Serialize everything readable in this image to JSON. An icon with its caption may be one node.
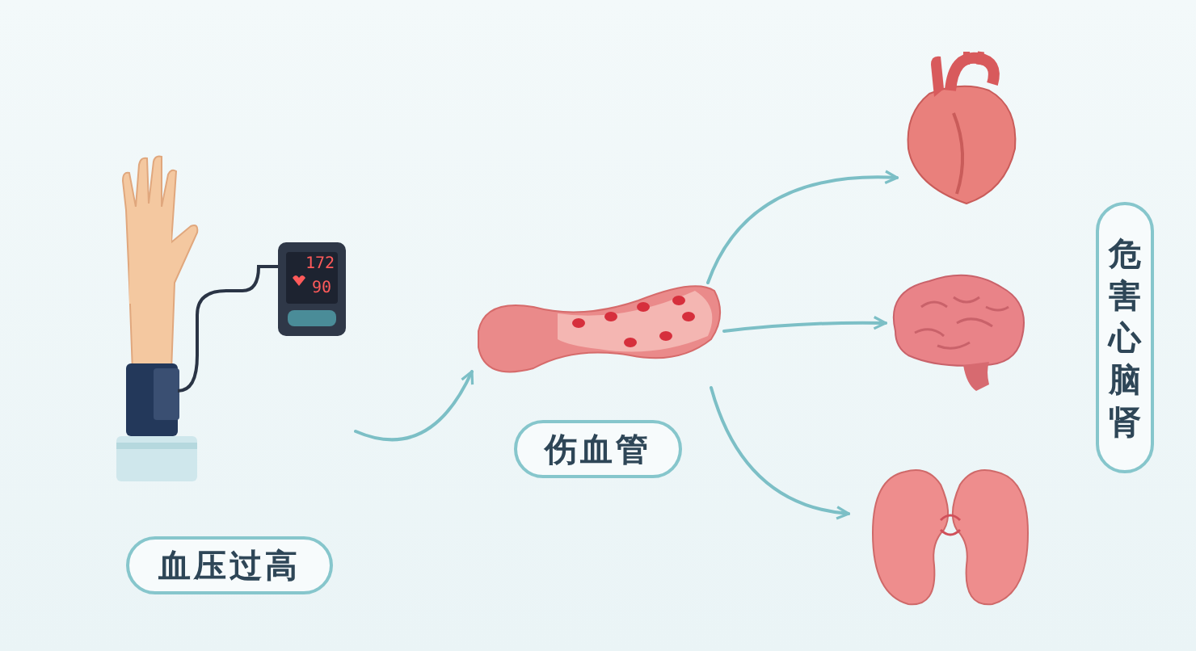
{
  "diagram": {
    "nodes": [
      {
        "text": [],
        "shape": "picture"
      },
      {
        "text": [
          "血压过高"
        ]
      },
      {
        "text": [],
        "shape": "picture"
      },
      {
        "text": [
          "伤血管"
        ]
      },
      {
        "text": [],
        "shape": "picture"
      },
      {
        "text": [],
        "shape": "picture"
      },
      {
        "text": [],
        "shape": "picture"
      },
      {
        "text": [
          "危害心脑肾"
        ]
      }
    ],
    "edges": [
      {
        "from": 0,
        "to": 2,
        "arrow": "to"
      },
      {
        "from": 2,
        "to": 4,
        "arrow": "to"
      },
      {
        "from": 2,
        "to": 5,
        "arrow": "to"
      },
      {
        "from": 2,
        "to": 6,
        "arrow": "to"
      }
    ],
    "labels": [
      "172",
      "90"
    ]
  }
}
